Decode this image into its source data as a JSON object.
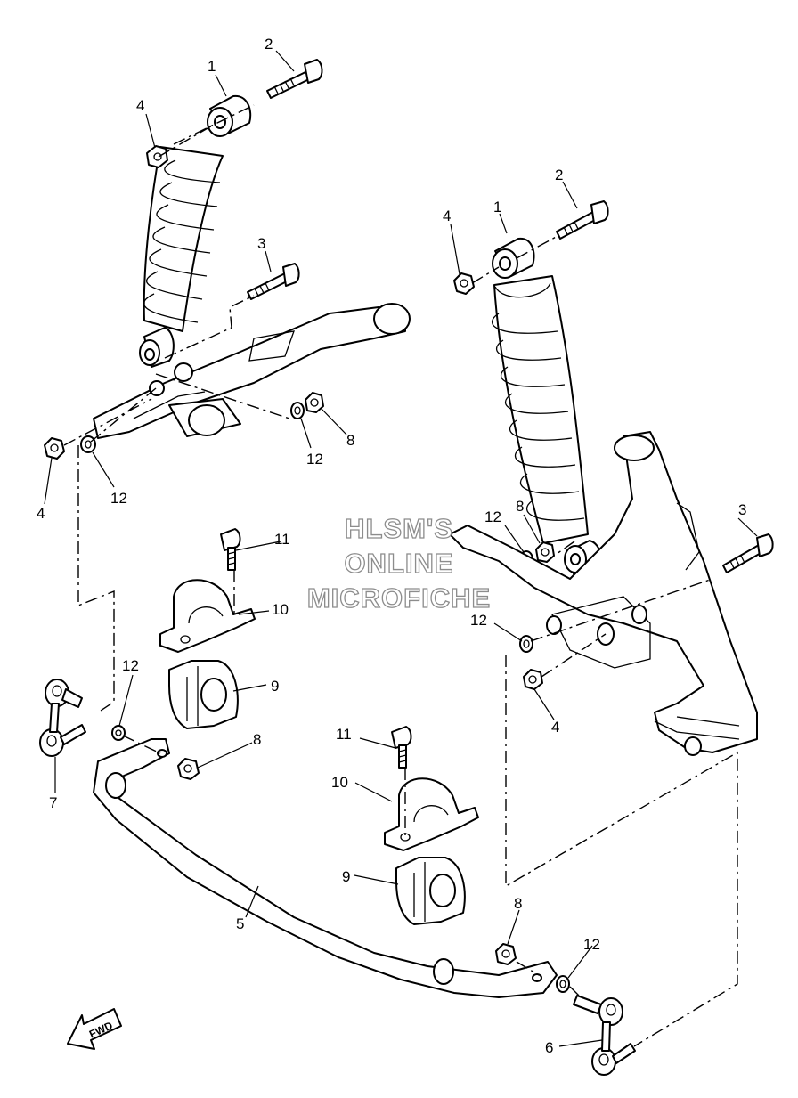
{
  "watermark": {
    "line1": "HLSM'S",
    "line2": "ONLINE",
    "line3": "MICROFICHE"
  },
  "fwd_label": "FWD",
  "callouts": {
    "c1a": "1",
    "c2a": "2",
    "c4a": "4",
    "c3a": "3",
    "c8a": "8",
    "c12a": "12",
    "c4b": "4",
    "c12b": "12",
    "c1b": "1",
    "c2b": "2",
    "c4c": "4",
    "c11a": "11",
    "c10a": "10",
    "c9a": "9",
    "c12c": "12",
    "c8b": "8",
    "c3b": "3",
    "c12d": "12",
    "c4d": "4",
    "c12e": "12",
    "c7": "7",
    "c8c": "8",
    "c11b": "11",
    "c10b": "10",
    "c9b": "9",
    "c5": "5",
    "c8d": "8",
    "c12f": "12",
    "c6": "6"
  }
}
